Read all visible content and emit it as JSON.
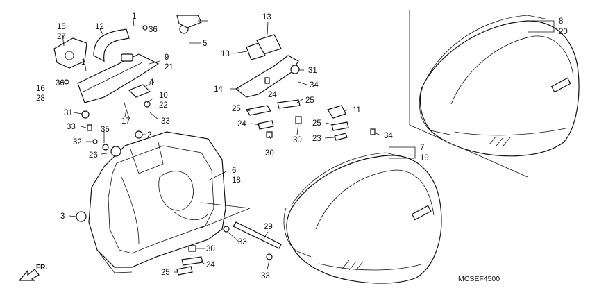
{
  "diagram_code": "MCSEF4500",
  "direction_label": "FR.",
  "callouts": [
    {
      "id": "l15",
      "text": "15"
    },
    {
      "id": "l27",
      "text": "27"
    },
    {
      "id": "l12",
      "text": "12"
    },
    {
      "id": "l1a",
      "text": "1"
    },
    {
      "id": "l36a",
      "text": "36"
    },
    {
      "id": "l5",
      "text": "5"
    },
    {
      "id": "l1b",
      "text": "1"
    },
    {
      "id": "l9",
      "text": "9"
    },
    {
      "id": "l21",
      "text": "21"
    },
    {
      "id": "l16",
      "text": "16"
    },
    {
      "id": "l28",
      "text": "28"
    },
    {
      "id": "l36b",
      "text": "36"
    },
    {
      "id": "l4",
      "text": "4"
    },
    {
      "id": "l10",
      "text": "10"
    },
    {
      "id": "l22",
      "text": "22"
    },
    {
      "id": "l31a",
      "text": "31"
    },
    {
      "id": "l33a",
      "text": "33"
    },
    {
      "id": "l17",
      "text": "17"
    },
    {
      "id": "l33b",
      "text": "33"
    },
    {
      "id": "l35",
      "text": "35"
    },
    {
      "id": "l2",
      "text": "2"
    },
    {
      "id": "l32",
      "text": "32"
    },
    {
      "id": "l26",
      "text": "26"
    },
    {
      "id": "l6",
      "text": "6"
    },
    {
      "id": "l18",
      "text": "18"
    },
    {
      "id": "l3",
      "text": "3"
    },
    {
      "id": "l13a",
      "text": "13"
    },
    {
      "id": "l13b",
      "text": "13"
    },
    {
      "id": "l31b",
      "text": "31"
    },
    {
      "id": "l14",
      "text": "14"
    },
    {
      "id": "l34a",
      "text": "34"
    },
    {
      "id": "l24a",
      "text": "24"
    },
    {
      "id": "l25a",
      "text": "25"
    },
    {
      "id": "l25b",
      "text": "25"
    },
    {
      "id": "l24b",
      "text": "24"
    },
    {
      "id": "l30a",
      "text": "30"
    },
    {
      "id": "l30b",
      "text": "30"
    },
    {
      "id": "l11",
      "text": "11"
    },
    {
      "id": "l25c",
      "text": "25"
    },
    {
      "id": "l23",
      "text": "23"
    },
    {
      "id": "l34b",
      "text": "34"
    },
    {
      "id": "l7",
      "text": "7"
    },
    {
      "id": "l19",
      "text": "19"
    },
    {
      "id": "l8",
      "text": "8"
    },
    {
      "id": "l20",
      "text": "20"
    },
    {
      "id": "l29",
      "text": "29"
    },
    {
      "id": "l33c",
      "text": "33"
    },
    {
      "id": "l30c",
      "text": "30"
    },
    {
      "id": "l24c",
      "text": "24"
    },
    {
      "id": "l25d",
      "text": "25"
    },
    {
      "id": "l33d",
      "text": "33"
    }
  ]
}
